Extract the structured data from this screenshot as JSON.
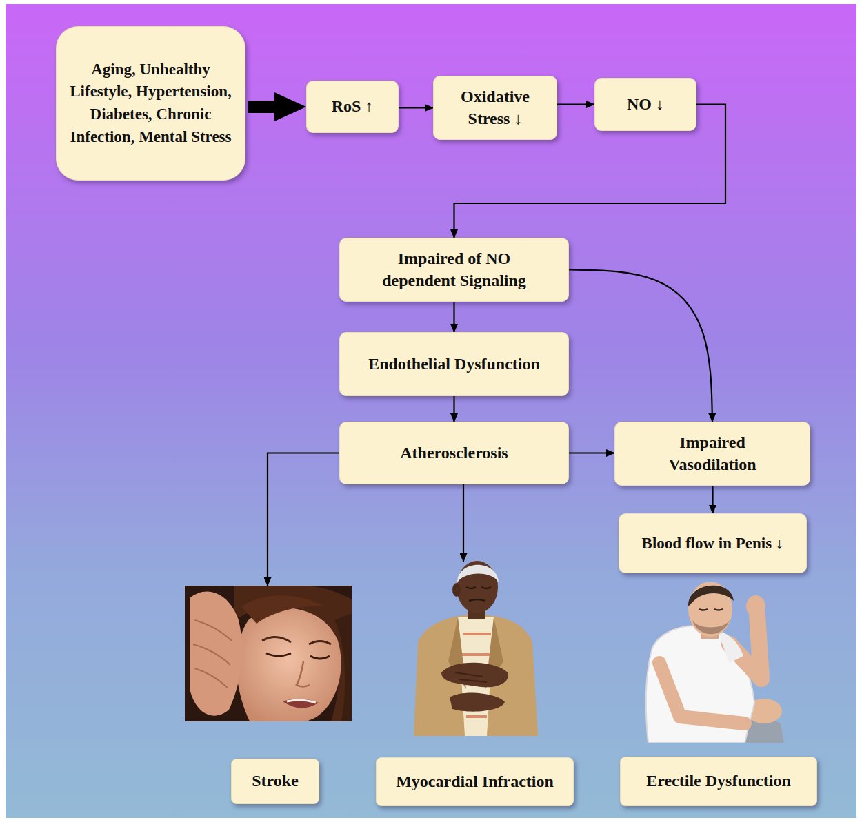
{
  "diagram": {
    "nodes": [
      {
        "text": [
          "Aging, Unhealthy Lifestyle, Hypertension, Diabetes, Chronic Infection, Mental Stress"
        ]
      },
      {
        "text": [
          "RoS ↑"
        ]
      },
      {
        "text": [
          "Oxidative Stress ↓"
        ]
      },
      {
        "text": [
          "NO ↓"
        ]
      },
      {
        "text": [
          "Impaired of NO dependent Signaling"
        ]
      },
      {
        "text": [
          "Endothelial Dysfunction"
        ]
      },
      {
        "text": [
          "Atherosclerosis"
        ]
      },
      {
        "text": [
          "Impaired Vasodilation"
        ]
      },
      {
        "text": [
          "Blood flow in Penis ↓"
        ]
      },
      {
        "text": [
          "Stroke"
        ]
      },
      {
        "text": [
          "Myocardial Infraction"
        ]
      },
      {
        "text": [
          "Erectile Dysfunction"
        ]
      }
    ],
    "edges": [
      {
        "from": 0,
        "to": 1,
        "arrow": "to"
      },
      {
        "from": 1,
        "to": 2,
        "arrow": "to"
      },
      {
        "from": 2,
        "to": 3,
        "arrow": "to"
      },
      {
        "from": 3,
        "to": 4,
        "arrow": "to"
      },
      {
        "from": 4,
        "to": 5,
        "arrow": "to"
      },
      {
        "from": 4,
        "to": 7,
        "arrow": "to"
      },
      {
        "from": 5,
        "to": 6,
        "arrow": "to"
      },
      {
        "from": 6,
        "to": 7,
        "arrow": "to"
      },
      {
        "from": 6,
        "to": 9,
        "arrow": "to"
      },
      {
        "from": 6,
        "to": 10,
        "arrow": "to"
      },
      {
        "from": 7,
        "to": 8,
        "arrow": "to"
      }
    ]
  }
}
